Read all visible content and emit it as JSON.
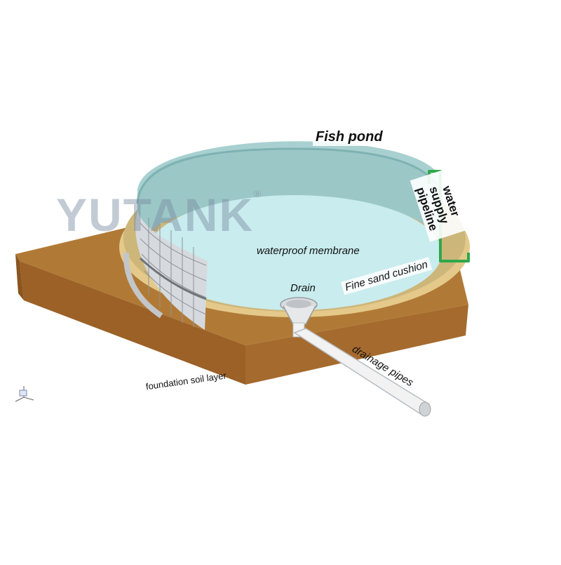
{
  "labels": {
    "fish_pond": "Fish pond",
    "water_supply_pipeline": "water supply pipeline",
    "waterproof_membrane": "waterproof membrane",
    "drain": "Drain",
    "fine_sand_cushion": "Fine sand cushion",
    "drainage_pipes": "drainage pipes",
    "foundation_soil_layer": "foundation soil layer"
  },
  "watermark": {
    "text": "YUTANK",
    "mark": "®"
  },
  "colors": {
    "soil_top": "#b07a36",
    "soil_front": "#9b6127",
    "soil_side": "#a56a2d",
    "water": "#c9ecee",
    "wall": "#9cc7c7",
    "sand": "#e4c98a",
    "pipe": "#f2f2f2",
    "supply_pipe": "#2ea84a",
    "mesh": "#b9bcc0"
  }
}
